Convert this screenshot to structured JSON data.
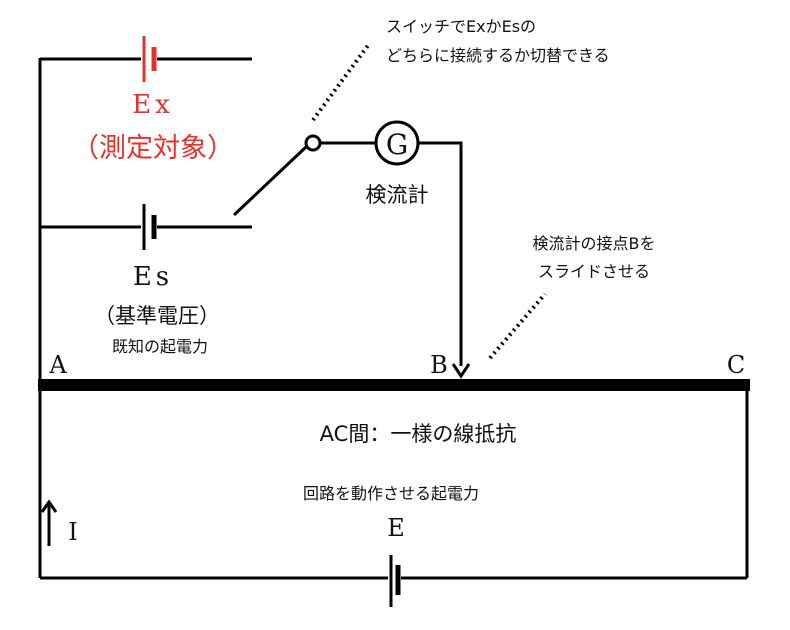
{
  "colors": {
    "wire": "#000000",
    "target": "#e5312f",
    "text": "#111111"
  },
  "labels": {
    "ex_symbol": "Ex",
    "ex_note": "（測定対象）",
    "es_symbol": "Es",
    "es_note": "（基準電圧）",
    "es_sub": "既知の起電力",
    "galvanometer_symbol": "G",
    "galvanometer_name": "検流計",
    "point_a": "A",
    "point_b": "B",
    "point_c": "C",
    "wire_ac": "AC間：一様の線抵抗",
    "circuit_emf": "回路を動作させる起電力",
    "e_symbol": "E",
    "current_symbol": "I",
    "switch_note_1": "スイッチでExかEsの",
    "switch_note_2": "どちらに接続するか切替できる",
    "slide_note_1": "検流計の接点Bを",
    "slide_note_2": "スライドさせる"
  }
}
